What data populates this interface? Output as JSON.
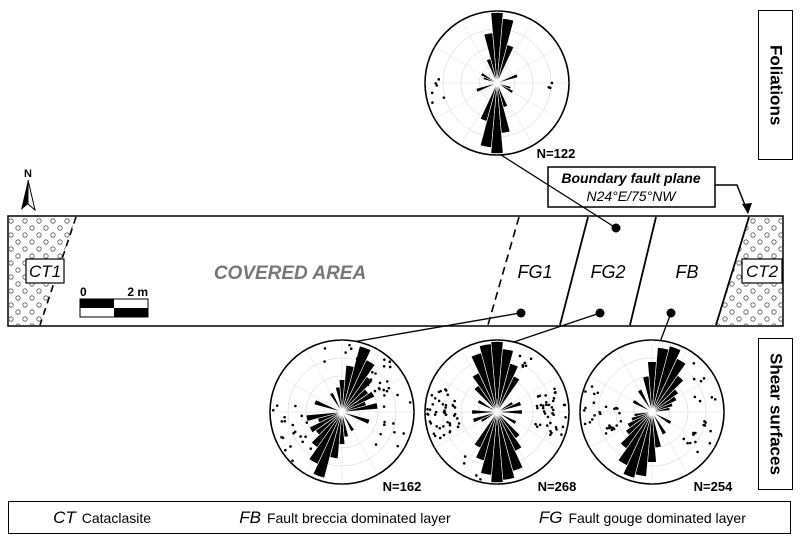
{
  "side_labels": {
    "top": "Foliations",
    "bottom": "Shear surfaces"
  },
  "section": {
    "covered_label": "COVERED AREA",
    "zones": [
      "CT1",
      "FG1",
      "FG2",
      "FB",
      "CT2"
    ],
    "north_label": "N",
    "scale": {
      "start": "0",
      "end": "2 m"
    }
  },
  "callout": {
    "title": "Boundary fault plane",
    "value": "N24°E/75°NW"
  },
  "stereonets": [
    {
      "id": "foliations",
      "n_label": "N=122"
    },
    {
      "id": "fg1",
      "n_label": "N=162"
    },
    {
      "id": "fg2",
      "n_label": "N=268"
    },
    {
      "id": "fb",
      "n_label": "N=254"
    }
  ],
  "legend": [
    {
      "abbr": "CT",
      "text": "Cataclasite"
    },
    {
      "abbr": "FB",
      "text": "Fault breccia dominated layer"
    },
    {
      "abbr": "FG",
      "text": "Fault gouge dominated layer"
    }
  ]
}
